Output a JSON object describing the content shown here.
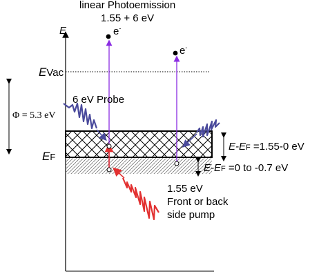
{
  "title": "linear Photoemission",
  "subtitle": "1.55 + 6 eV",
  "axis_label": "E",
  "evac_label": {
    "main": "E",
    "sub": "Vac"
  },
  "ef_label": {
    "main": "E",
    "sub": "F"
  },
  "work_function": "Φ = 5.3 eV",
  "probe_label": "6 eV Probe",
  "electron_label": "e",
  "electron_superscript": "-",
  "range_label_1": {
    "prefix": "E-E",
    "sub": "F",
    "value": " =1.55-0 eV"
  },
  "range_label_2": {
    "prefix": "E-E",
    "sub": "F",
    "value": " =0 to -0.7 eV"
  },
  "pump_label": {
    "line1": "1.55 eV",
    "line2": "Front or back",
    "line3": "side pump"
  },
  "colors": {
    "probe": "#4a4a9c",
    "pump": "#e23030",
    "transition": "#8a2be2",
    "axis": "#000000",
    "hatch": "#555555"
  }
}
